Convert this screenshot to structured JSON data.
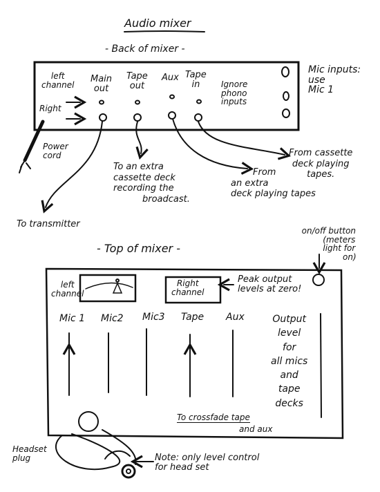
{
  "title": "Audio mixer",
  "back": {
    "heading": "- Back of mixer -",
    "left_channel": [
      "left",
      "channel"
    ],
    "right_label": "Right",
    "main_out": [
      "Main",
      "out"
    ],
    "tape_out": [
      "Tape",
      "out"
    ],
    "aux": "Aux",
    "tape_in": [
      "Tape",
      "in"
    ],
    "ignore_phono": [
      "Ignore",
      "phono",
      "inputs"
    ],
    "mic_inputs": [
      "Mic inputs:",
      "use",
      "Mic 1"
    ],
    "power_cord": [
      "Power",
      "cord"
    ],
    "to_transmitter": "To transmitter",
    "to_cassette": [
      "To an extra",
      "cassette deck",
      "recording the",
      "broadcast."
    ],
    "from_extra_deck": [
      "From",
      "an extra",
      "deck playing tapes"
    ],
    "from_cassette": [
      "From cassette",
      "deck playing",
      "tapes."
    ]
  },
  "top": {
    "heading": "- Top of mixer -",
    "onoff": [
      "on/off button",
      "(meters",
      "light for",
      "on)"
    ],
    "left_channel": [
      "left",
      "channel"
    ],
    "right_channel": [
      "Right",
      "channel"
    ],
    "peak_note": [
      "Peak output",
      "levels at zero!"
    ],
    "sliders": [
      "Mic 1",
      "Mic2",
      "Mic3",
      "Tape",
      "Aux"
    ],
    "output_level": [
      "Output",
      "level",
      "for",
      "all mics",
      "and",
      "tape",
      "decks"
    ],
    "crossfade": [
      "To crossfade tape",
      "and aux"
    ],
    "headset_plug": [
      "Headset",
      "plug"
    ],
    "note": [
      "Note: only level control",
      "for head set"
    ]
  }
}
